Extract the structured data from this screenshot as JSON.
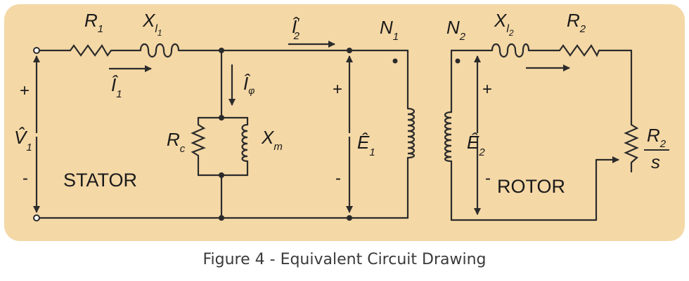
{
  "colors": {
    "background_panel": "#f4d8a6",
    "wire": "#2b2b2b",
    "text": "#1a1a1a",
    "caption_text": "#3a3a3a"
  },
  "labels": {
    "r1_main": "R",
    "r1_sub": "1",
    "xl1_main": "X",
    "xl1_sub": "l",
    "xl1_subsub": "1",
    "i1_main": "Î",
    "i1_sub": "1",
    "i2p_main": "Î",
    "i2p_sub": "2",
    "i2p_prime": "′",
    "n1_main": "N",
    "n1_sub": "1",
    "n2_main": "N",
    "n2_sub": "2",
    "xl2_main": "X",
    "xl2_sub": "l",
    "xl2_subsub": "2",
    "r2_main": "R",
    "r2_sub": "2",
    "iphi_main": "Î",
    "iphi_sub": "φ",
    "v1_main": "V̂",
    "v1_sub": "1",
    "e1_main": "Ê",
    "e1_sub": "1",
    "e2_main": "Ê",
    "e2_sub": "2",
    "rc_main": "R",
    "rc_sub": "c",
    "xm_main": "X",
    "xm_sub": "m",
    "r2s_num_main": "R",
    "r2s_num_sub": "2",
    "r2s_den": "s",
    "plus": "+",
    "minus": "-",
    "stator": "STATOR",
    "rotor": "ROTOR"
  },
  "caption": "Figure 4 - Equivalent Circuit Drawing"
}
